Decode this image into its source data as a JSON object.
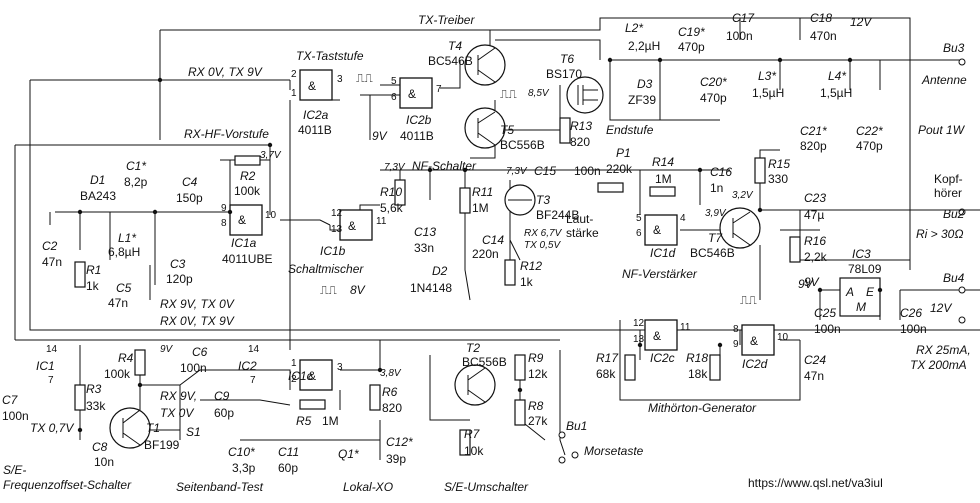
{
  "sections": {
    "tx_treiber": "TX-Treiber",
    "tx_taststufe": "TX-Taststufe",
    "rx_hf_vorstufe": "RX-HF-Vorstufe",
    "nf_schalter": "NF-Schalter",
    "schaltmischer": "Schaltmischer",
    "endstufe": "Endstufe",
    "nf_verstaerker": "NF-Verstärker",
    "mithoerton_generator": "Mithörton-Generator",
    "se_frequenzoffset_schalter": "S/E-\nFrequenzoffset-Schalter",
    "seitenband_test": "Seitenband-Test",
    "lokal_xo": "Lokal-XO",
    "se_umschalter": "S/E-Umschalter",
    "lautstaerke": "Laut-\nstärke"
  },
  "url": "https://www.qsl.net/va3iul",
  "ics": [
    {
      "ref": "IC1",
      "name": "4011UBE",
      "label": "IC1a"
    },
    {
      "ref": "IC1b",
      "name": "IC1b"
    },
    {
      "ref": "IC1c",
      "name": "IC1c"
    },
    {
      "ref": "IC1d",
      "name": "IC1d"
    },
    {
      "ref": "IC2a",
      "name": "4011B"
    },
    {
      "ref": "IC2b",
      "name": "4011B"
    },
    {
      "ref": "IC2c",
      "name": "IC2c"
    },
    {
      "ref": "IC2d",
      "name": "IC2d"
    },
    {
      "ref": "IC3",
      "name": "78L09"
    }
  ],
  "components": {
    "L2": "L2*",
    "L2v": "2,2µH",
    "C19": "C19*",
    "C19v": "470p",
    "C17": "C17",
    "C17v": "100n",
    "C18": "C18",
    "C18v": "470n",
    "v12a": "12V",
    "Bu3": "Bu3",
    "antenne": "Antenne",
    "T4": "T4",
    "T4t": "BC546B",
    "T6": "T6",
    "T6t": "BS170",
    "D3": "D3",
    "D3t": "ZF39",
    "C20": "C20*",
    "C20v": "470p",
    "L3": "L3*",
    "L3v": "1,5µH",
    "L4": "L4*",
    "L4v": "1,5µH",
    "T5": "T5",
    "T5t": "BC556B",
    "R13": "R13",
    "R13v": "820",
    "v85": "8,5V",
    "C21": "C21*",
    "C21v": "820p",
    "C22": "C22*",
    "C22v": "470p",
    "pout": "Pout 1W",
    "C1": "C1*",
    "C1v": "8,2p",
    "D1": "D1",
    "D1t": "BA243",
    "C4": "C4",
    "C4v": "150p",
    "R2": "R2",
    "R2v": "100k",
    "v37": "3,7V",
    "v9a": "9V",
    "rx0tx9": "RX 0V, TX 9V",
    "C2": "C2",
    "C2v": "47n",
    "L1": "L1*",
    "L1v": "6,8µH",
    "C3": "C3",
    "C3v": "120p",
    "C5": "C5",
    "C5v": "47n",
    "R1": "R1",
    "R1v": "1k",
    "R10": "R10",
    "R10v": "5,6k",
    "v73a": "7,3V",
    "R11": "R11",
    "R11v": "1M",
    "v73b": "7,3V",
    "C13": "C13",
    "C13v": "33n",
    "T3": "T3",
    "T3t": "BF244B",
    "rx67": "RX 6,7V",
    "tx05": "TX 0,5V",
    "C14": "C14",
    "C14v": "220n",
    "R12": "R12",
    "R12v": "1k",
    "D2": "D2",
    "D2t": "1N4148",
    "C15": "C15",
    "C15v": "100n",
    "P1": "P1",
    "P1v": "220k",
    "R14": "R14",
    "R14v": "1M",
    "C16": "C16",
    "C16v": "1n",
    "R15": "R15",
    "R15v": "330",
    "v32": "3,2V",
    "v39": "3,9V",
    "T7": "T7",
    "T7t": "BC546B",
    "C23": "C23",
    "C23v": "47µ",
    "R16": "R16",
    "R16v": "2,2k",
    "kopfhoerer": "Kopf-\nhörer",
    "Bu2": "Bu2",
    "ri": "Ri > 30Ω",
    "IC3": "IC3",
    "IC3t": "78L09",
    "v9b": "9V",
    "C25": "C25",
    "C25v": "100n",
    "C26": "C26",
    "C26v": "100n",
    "Bu4": "Bu4",
    "v12b": "12V",
    "rx25": "RX 25mA,",
    "tx200": "TX 200mA",
    "rx9tx0a": "RX 9V, TX 0V",
    "rx0tx9b": "RX 0V, TX 9V",
    "v8": "8V",
    "C6": "C6",
    "C6v": "100n",
    "R4": "R4",
    "R4v": "100k",
    "v9c": "9V",
    "C7": "C7",
    "C7v": "100n",
    "IC1": "IC1",
    "IC2": "IC2",
    "R3": "R3",
    "R3v": "33k",
    "tx07": "TX 0,7V",
    "C8": "C8",
    "C8v": "10n",
    "T1": "T1",
    "T1t": "BF199",
    "rx9v": "RX 9V,",
    "tx0v": "TX 0V",
    "C9": "C9",
    "C9v": "60p",
    "R5": "R5",
    "R5v": "1M",
    "v38": "3,8V",
    "R6": "R6",
    "R6v": "820",
    "S1": "S1",
    "C10": "C10*",
    "C10v": "3,3p",
    "C11": "C11",
    "C11v": "60p",
    "Q1": "Q1*",
    "C12": "C12*",
    "C12v": "39p",
    "T2": "T2",
    "T2t": "BC556B",
    "R9": "R9",
    "R9v": "12k",
    "R8": "R8",
    "R8v": "27k",
    "R7": "R7",
    "R7v": "10k",
    "Bu1": "Bu1",
    "morsetaste": "Morsetaste",
    "R17": "R17",
    "R17v": "68k",
    "R18": "R18",
    "R18v": "18k",
    "C24": "C24",
    "C24v": "47n",
    "v9d": "9V"
  },
  "pins": {
    "a1": "1",
    "a2": "2",
    "a3": "3",
    "b5": "5",
    "b6": "6",
    "b7": "7",
    "c8": "8",
    "c9": "9",
    "c10": "10",
    "d12": "12",
    "d13": "13",
    "d11": "11",
    "e1": "1",
    "e2": "2",
    "e3": "3",
    "f5": "5",
    "f6": "6",
    "f4": "4",
    "g12": "12",
    "g13": "13",
    "g11": "11",
    "h8": "8",
    "h9": "9",
    "h10": "10",
    "p14a": "14",
    "p7a": "7",
    "p14b": "14",
    "p7b": "7"
  },
  "gate_symbol": "&",
  "pulse_symbol": "⎍⎍"
}
